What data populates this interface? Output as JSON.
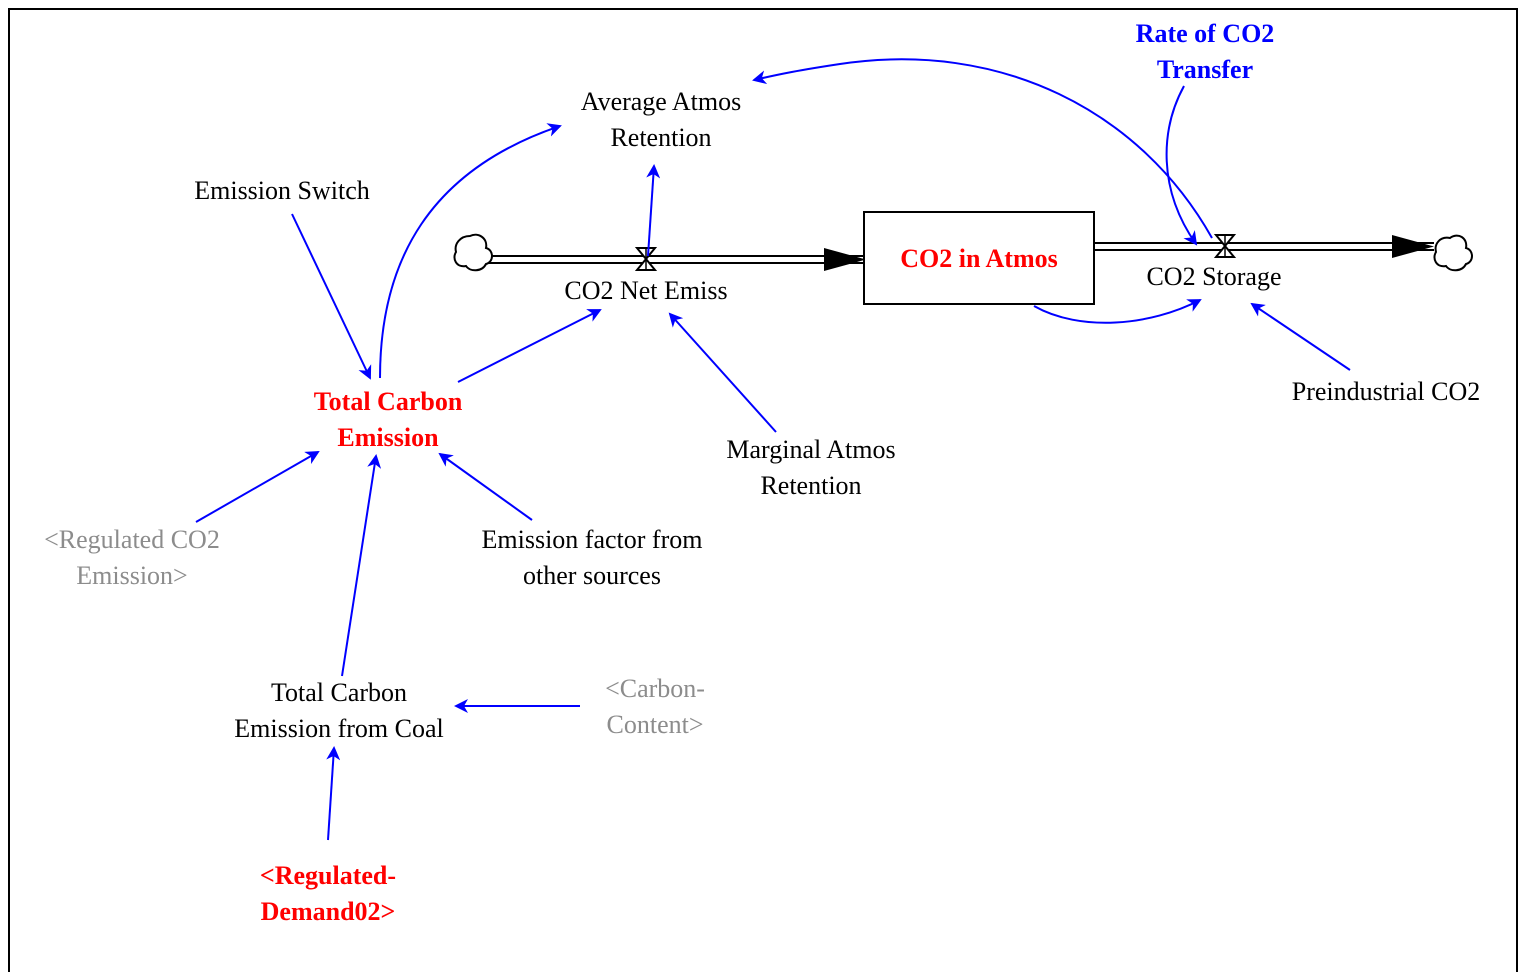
{
  "diagram": {
    "stock": {
      "label": "CO2 in Atmos"
    },
    "flows": {
      "net_emiss": "CO2 Net Emiss",
      "storage": "CO2 Storage"
    },
    "variables": {
      "avg_atmos_retention": [
        "Average Atmos",
        "Retention"
      ],
      "rate_transfer": [
        "Rate of CO2",
        "Transfer"
      ],
      "emission_switch": [
        "Emission Switch"
      ],
      "total_carbon_emission": [
        "Total Carbon",
        "Emission"
      ],
      "marginal_atmos_retention": [
        "Marginal Atmos",
        "Retention"
      ],
      "preindustrial_co2": [
        "Preindustrial CO2"
      ],
      "regulated_co2_emission": [
        "<Regulated CO2",
        "Emission>"
      ],
      "emission_factor_other": [
        "Emission factor from",
        "other sources"
      ],
      "total_carbon_from_coal": [
        "Total Carbon",
        "Emission from Coal"
      ],
      "carbon_content": [
        "<Carbon-",
        "Content>"
      ],
      "regulated_demand02": [
        "<Regulated-",
        "Demand02>"
      ]
    },
    "colors": {
      "link": "#0000ff",
      "highlight": "#ff0000",
      "shadow_var": "#8c8c8c",
      "text": "#000000"
    }
  }
}
